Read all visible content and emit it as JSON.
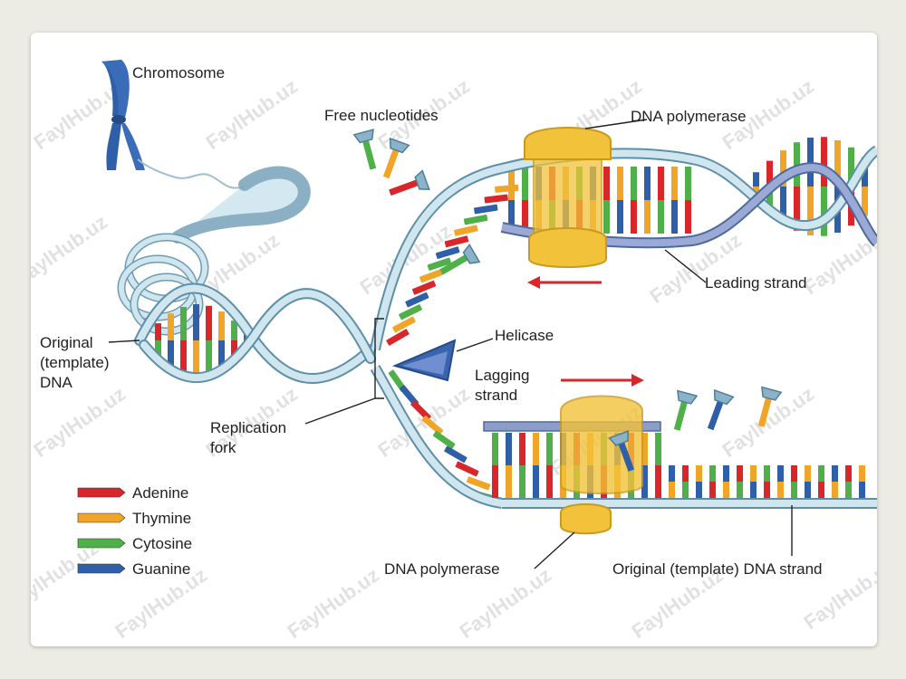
{
  "labels": {
    "chromosome": "Chromosome",
    "free_nucleotides": "Free nucleotides",
    "dna_polymerase_top": "DNA polymerase",
    "leading_strand": "Leading strand",
    "original_dna_l1": "Original",
    "original_dna_l2": "(template)",
    "original_dna_l3": "DNA",
    "helicase": "Helicase",
    "lagging_l1": "Lagging",
    "lagging_l2": "strand",
    "fork_l1": "Replication",
    "fork_l2": "fork",
    "dna_polymerase_bottom": "DNA polymerase",
    "original_template_strand": "Original (template) DNA strand"
  },
  "legend": [
    {
      "label": "Adenine",
      "color": "#d9262b"
    },
    {
      "label": "Thymine",
      "color": "#f0a529"
    },
    {
      "label": "Cytosine",
      "color": "#4fb04a"
    },
    {
      "label": "Guanine",
      "color": "#2f5fa8"
    }
  ],
  "watermark": "FaylHub.uz",
  "colors": {
    "backbone": "#cfe6ef",
    "backbone_edge": "#5d8fa8",
    "polymerase": "#f2c23a",
    "helicase": "#3c63b0",
    "arrow": "#d9262b"
  }
}
